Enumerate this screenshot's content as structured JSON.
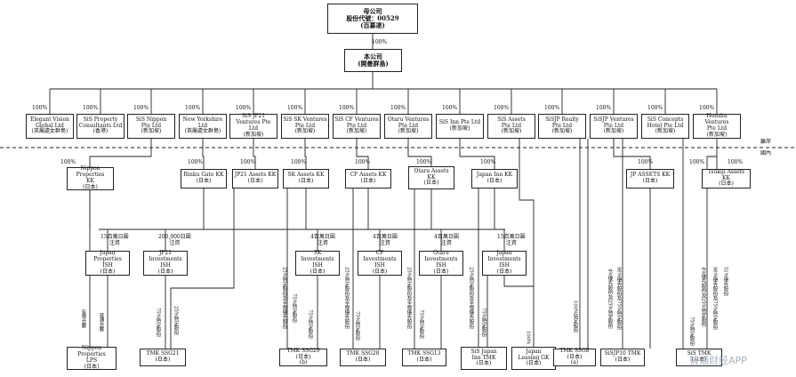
{
  "parent": {
    "l1": "母公司",
    "l2": "股份代號：00529",
    "l3": "(百慕達)"
  },
  "company": {
    "l1": "本公司",
    "l2": "(開曼群島)"
  },
  "pct": {
    "p100": "100%"
  },
  "subsidiaries": [
    {
      "l1": "Elegant Vision",
      "l2": "Global Ltd",
      "l3": "(英屬處女群島)"
    },
    {
      "l1": "SiS Property",
      "l2": "Consultants Ltd",
      "l3": "(香港)"
    },
    {
      "l1": "SiS Nippon",
      "l2": "Pte Ltd",
      "l3": "(新加坡)"
    },
    {
      "l1": "New Yorkshire",
      "l2": "Ltd",
      "l3": "(英屬處女群島)"
    },
    {
      "l1": "SiS JP21",
      "l2": "Ventures Pte Ltd",
      "l3": "(新加坡)"
    },
    {
      "l1": "SiS SK Ventures",
      "l2": "Pte Ltd",
      "l3": "(新加坡)"
    },
    {
      "l1": "SiS CF Ventures",
      "l2": "Pte Ltd",
      "l3": "(新加坡)"
    },
    {
      "l1": "Otaru Ventures",
      "l2": "Pte Ltd",
      "l3": "(新加坡)"
    },
    {
      "l1": "SiS Inn Pte Ltd",
      "l2": "(新加坡)",
      "l3": ""
    },
    {
      "l1": "SiS Assets",
      "l2": "Pte Ltd",
      "l3": "(新加坡)"
    },
    {
      "l1": "SiSJP Realty",
      "l2": "Pte Ltd",
      "l3": "(新加坡)"
    },
    {
      "l1": "SiSJP Ventures",
      "l2": "Pte Ltd",
      "l3": "(新加坡)"
    },
    {
      "l1": "SiS Concepts",
      "l2": "Hotel Pte Ltd",
      "l3": "(新加坡)"
    },
    {
      "l1": "Honshu Ventures",
      "l2": "Pte Ltd",
      "l3": "(新加坡)"
    }
  ],
  "region": {
    "offshore": "離岸",
    "onshore": "國內"
  },
  "kk": [
    {
      "l1": "Nippon Properties",
      "l2": "KK",
      "l3": "(日本)"
    },
    {
      "l1": "Rinku Gate KK",
      "l2": "(日本)",
      "l3": ""
    },
    {
      "l1": "JP21 Assets KK",
      "l2": "(日本)",
      "l3": ""
    },
    {
      "l1": "SK Assets KK",
      "l2": "(日本)",
      "l3": ""
    },
    {
      "l1": "CF Assets KK",
      "l2": "(日本)",
      "l3": ""
    },
    {
      "l1": "Otaru Assets",
      "l2": "KK",
      "l3": "(日本)"
    },
    {
      "l1": "Japan Inn KK",
      "l2": "(日本)",
      "l3": ""
    },
    {
      "l1": "JP ASSETS KK",
      "l2": "(日本)",
      "l3": ""
    },
    {
      "l1": "Tsukiji Assets KK",
      "l2": "(日本)",
      "l3": ""
    }
  ],
  "ish": [
    {
      "l1": "Japan Properties",
      "l2": "ISH",
      "l3": "(日本)"
    },
    {
      "l1": "JP21",
      "l2": "Investments ISH",
      "l3": "(日本)"
    },
    {
      "l1": "SK Investments",
      "l2": "ISH",
      "l3": "(日本)"
    },
    {
      "l1": "CF Investments",
      "l2": "ISH",
      "l3": "(日本)"
    },
    {
      "l1": "Otaru",
      "l2": "Investments ISH",
      "l3": "(日本)"
    },
    {
      "l1": "Japan",
      "l2": "Investments ISH",
      "l3": "(日本)"
    }
  ],
  "contributions": [
    {
      "l1": "15百萬日圓",
      "l2": "注資"
    },
    {
      "l1": "200,000日圓",
      "l2": "注資"
    },
    {
      "l1": "4百萬日圓",
      "l2": "注資"
    },
    {
      "l1": "4百萬日圓",
      "l2": "注資"
    },
    {
      "l1": "4百萬日圓",
      "l2": "注資"
    },
    {
      "l1": "15百萬日圓",
      "l2": "注資"
    }
  ],
  "tmk": [
    {
      "l1": "Nippon Properties",
      "l2": "LPS",
      "l3": "(日本)"
    },
    {
      "l1": "TMK SSG21",
      "l2": "(日本)",
      "l3": ""
    },
    {
      "l1": "TMK SSG29",
      "l2": "(日本)",
      "l3": "(b)"
    },
    {
      "l1": "TMK SSG28",
      "l2": "(日本)",
      "l3": ""
    },
    {
      "l1": "TMK SSG13",
      "l2": "(日本)",
      "l3": ""
    },
    {
      "l1": "SiS Japan",
      "l2": "Inn TMK",
      "l3": "(日本)"
    },
    {
      "l1": "Japan",
      "l2": "Leasing GK",
      "l3": "(日本)"
    },
    {
      "l1": "TMK SSG8",
      "l2": "(日本)",
      "l3": "(a)"
    },
    {
      "l1": "SiSJP10 TMK",
      "l2": "(日本)",
      "l3": ""
    },
    {
      "l1": "SiS TMK",
      "l2": "(日本)",
      "l3": ""
    }
  ],
  "vtexts": [
    "有限合夥",
    "普通合夥",
    "75%特定股份",
    "25%特定股份",
    "25%特定股份及全部優先股份",
    "75%特定股份",
    "75%特定股份",
    "25%特定股份及全部優先股份",
    "75%特定股份",
    "25%特定股份及全部優先股份",
    "75%特定股份",
    "25%特定股份及全部優先股份",
    "75%特定股份",
    "100%",
    "100%特定股份",
    "4%優先股份及25%特定股份",
    "96%優先股份及75%特定股份",
    "75%特定股份",
    "4%優先股份及25%特定股份",
    "96%優先股份及75%特定股份",
    "51%優先股份"
  ],
  "watermark": "智通财经APP"
}
